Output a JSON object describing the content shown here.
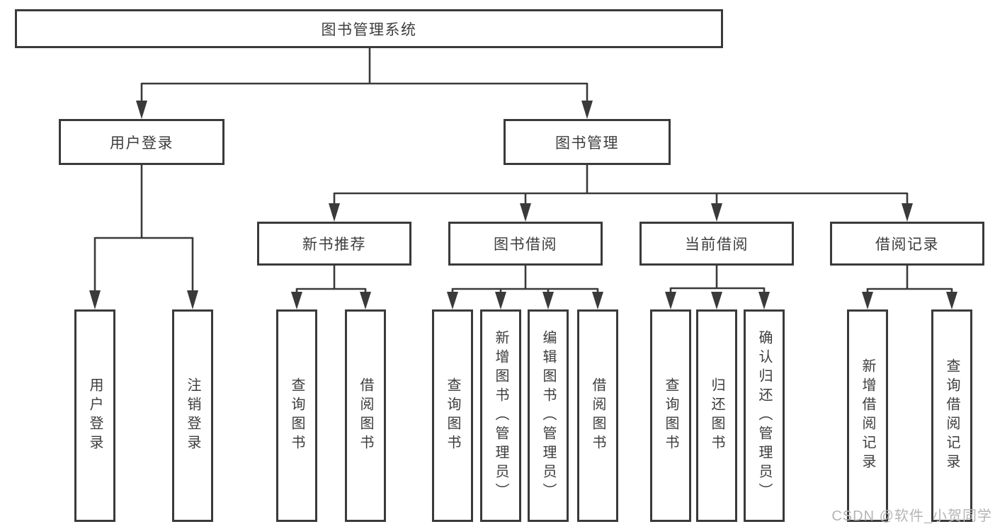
{
  "root_label": "图书管理系统",
  "branches": [
    {
      "label": "用户登录"
    },
    {
      "label": "图书管理"
    }
  ],
  "sections": [
    {
      "label": "新书推荐"
    },
    {
      "label": "图书借阅"
    },
    {
      "label": "当前借阅"
    },
    {
      "label": "借阅记录"
    }
  ],
  "leaves": [
    {
      "label": "用户登录"
    },
    {
      "label": "注销登录"
    },
    {
      "label": "查询图书"
    },
    {
      "label": "借阅图书"
    },
    {
      "label": "查询图书"
    },
    {
      "label": "新增图书（管理员）"
    },
    {
      "label": "编辑图书（管理员）"
    },
    {
      "label": "借阅图书"
    },
    {
      "label": "查询图书"
    },
    {
      "label": "归还图书"
    },
    {
      "label": "确认归还（管理员）"
    },
    {
      "label": "新增借阅记录"
    },
    {
      "label": "查询借阅记录"
    }
  ],
  "watermark": "CSDN @软件_小贺同学",
  "colors": {
    "line": "#3a3a3a",
    "box_border": "#3a3a3a",
    "box_bg": "#ffffff",
    "text": "#3d3d3d",
    "watermark": "#b5b5b5",
    "background": "#ffffff"
  }
}
